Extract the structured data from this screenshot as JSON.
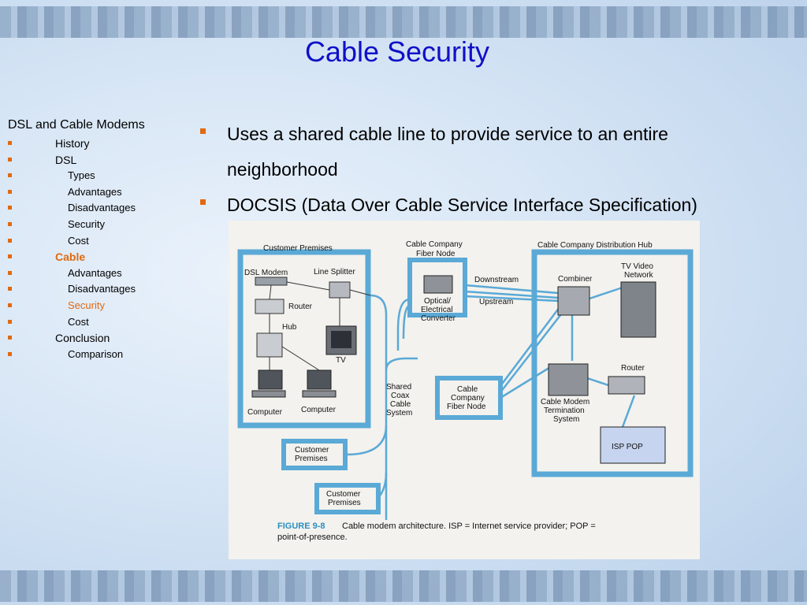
{
  "slide": {
    "title": "Cable Security"
  },
  "sidebar": {
    "heading": "DSL and Cable Modems",
    "items": [
      {
        "label": "History",
        "level": 1,
        "active": false
      },
      {
        "label": "DSL",
        "level": 1,
        "active": false
      },
      {
        "label": "Types",
        "level": 2,
        "active": false
      },
      {
        "label": "Advantages",
        "level": 2,
        "active": false
      },
      {
        "label": "Disadvantages",
        "level": 2,
        "active": false
      },
      {
        "label": "Security",
        "level": 2,
        "active": false
      },
      {
        "label": "Cost",
        "level": 2,
        "active": false
      },
      {
        "label": "Cable",
        "level": 1,
        "active": true
      },
      {
        "label": "Advantages",
        "level": 2,
        "active": false
      },
      {
        "label": "Disadvantages",
        "level": 2,
        "active": false
      },
      {
        "label": "Security",
        "level": 2,
        "active": true
      },
      {
        "label": "Cost",
        "level": 2,
        "active": false
      },
      {
        "label": "Conclusion",
        "level": 1,
        "active": false
      },
      {
        "label": "Comparison",
        "level": 2,
        "active": false
      }
    ]
  },
  "bullets": [
    "Uses a shared cable line to provide service to an entire neighborhood",
    "DOCSIS (Data Over Cable Service Interface Specification)"
  ],
  "figure": {
    "labels": {
      "customer_premises": "Customer Premises",
      "dsl_modem": "DSL Modem",
      "line_splitter": "Line Splitter",
      "router": "Router",
      "hub": "Hub",
      "tv": "TV",
      "computer1": "Computer",
      "computer2": "Computer",
      "fiber_node_top_1": "Cable Company",
      "fiber_node_top_2": "Fiber Node",
      "optical_1": "Optical/",
      "optical_2": "Electrical",
      "optical_3": "Converter",
      "downstream": "Downstream",
      "upstream": "Upstream",
      "distribution_hub": "Cable Company Distribution Hub",
      "combiner": "Combiner",
      "tv_video_1": "TV Video",
      "tv_video_2": "Network",
      "hub_router": "Router",
      "shared_coax_1": "Shared",
      "shared_coax_2": "Coax",
      "shared_coax_3": "Cable",
      "shared_coax_4": "System",
      "fiber_node2_1": "Cable",
      "fiber_node2_2": "Company",
      "fiber_node2_3": "Fiber Node",
      "cmts_1": "Cable Modem",
      "cmts_2": "Termination",
      "cmts_3": "System",
      "isp_pop": "ISP POP",
      "cust_prem_a_1": "Customer",
      "cust_prem_a_2": "Premises",
      "cust_prem_b_1": "Customer",
      "cust_prem_b_2": "Premises"
    },
    "caption_label": "FIGURE 9-8",
    "caption_line1": "Cable modem architecture. ISP = Internet service provider; POP =",
    "caption_line2": "point-of-presence."
  },
  "colors": {
    "title": "#1010c8",
    "bullet": "#e06a10",
    "frame_blue": "#5aa9d6",
    "caption_accent": "#2a8fc0"
  }
}
